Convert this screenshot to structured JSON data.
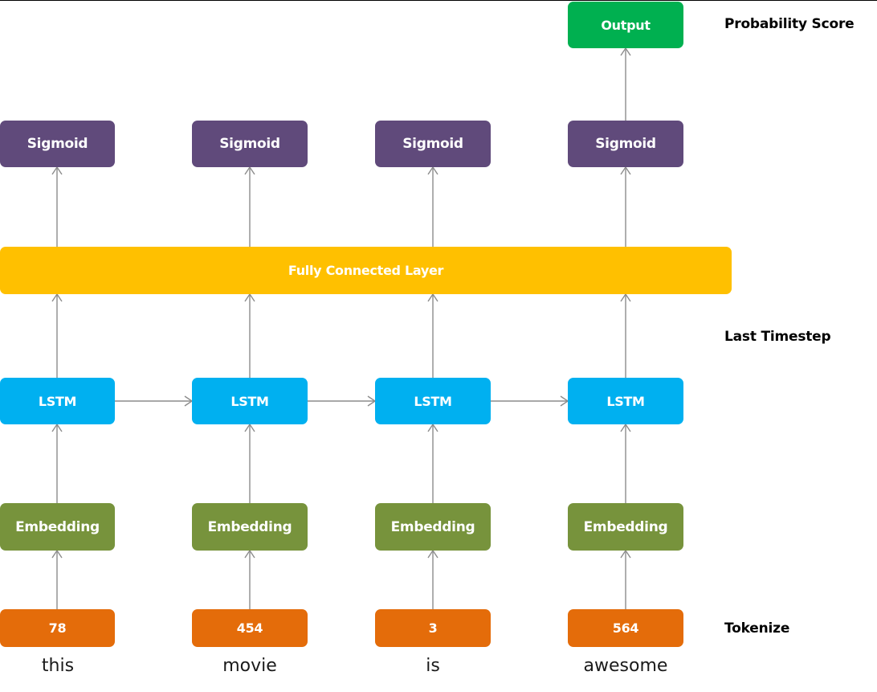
{
  "output": {
    "label": "Output"
  },
  "sigmoids": [
    {
      "label": "Sigmoid"
    },
    {
      "label": "Sigmoid"
    },
    {
      "label": "Sigmoid"
    },
    {
      "label": "Sigmoid"
    }
  ],
  "fc_layer": {
    "label": "Fully Connected Layer"
  },
  "lstms": [
    {
      "label": "LSTM"
    },
    {
      "label": "LSTM"
    },
    {
      "label": "LSTM"
    },
    {
      "label": "LSTM"
    }
  ],
  "embeddings": [
    {
      "label": "Embedding"
    },
    {
      "label": "Embedding"
    },
    {
      "label": "Embedding"
    },
    {
      "label": "Embedding"
    }
  ],
  "tokens": [
    {
      "id": "78",
      "word": "this"
    },
    {
      "id": "454",
      "word": "movie"
    },
    {
      "id": "3",
      "word": "is"
    },
    {
      "id": "564",
      "word": "awesome"
    }
  ],
  "side_labels": {
    "probability": "Probability Score",
    "last_timestep": "Last Timestep",
    "tokenize": "Tokenize"
  },
  "colors": {
    "output": "#00b050",
    "sigmoid": "#604a7b",
    "fc_layer": "#ffc000",
    "lstm": "#00b0f0",
    "embedding": "#77933c",
    "token": "#e46c0a",
    "arrow": "#8c8c8c"
  }
}
